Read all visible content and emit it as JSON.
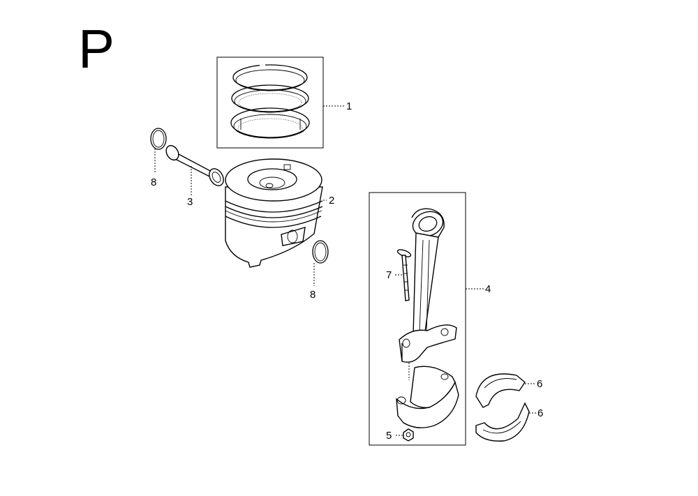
{
  "section_letter": "P",
  "callouts": {
    "piston_ring_set": "1",
    "piston": "2",
    "piston_pin": "3",
    "connecting_rod_assembly": "4",
    "rod_nut": "5",
    "bearing_upper": "6",
    "bearing_lower": "6",
    "rod_bolt": "7",
    "pin_clip_left": "8",
    "pin_clip_right": "8"
  }
}
